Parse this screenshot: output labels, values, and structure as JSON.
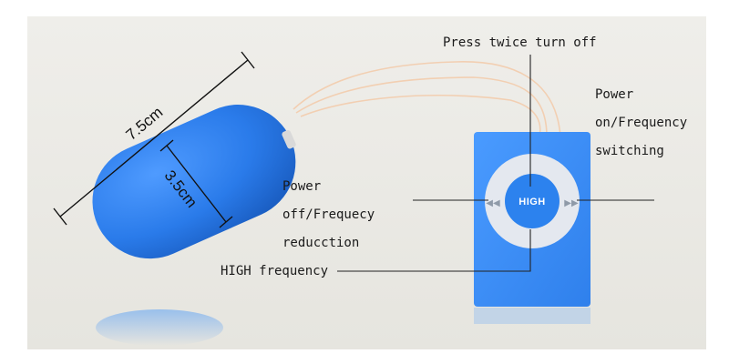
{
  "labels": {
    "press_twice": "Press twice turn off",
    "power_on_line1": "Power",
    "power_on_line2": "on/Frequency",
    "power_on_line3": "switching",
    "power_off_line1": "Power",
    "power_off_line2": "off/Frequecy",
    "power_off_line3": "reducction",
    "high_frequency": "HIGH frequency"
  },
  "dimensions": {
    "length": "7.5cm",
    "width": "3.5cm"
  },
  "controller": {
    "center_label": "HIGH",
    "prev_symbol": "◀◀",
    "next_symbol": "▶▶"
  },
  "colors": {
    "device_blue": "#2a7bea",
    "controller_blue": "#3a8ff2",
    "ring": "#dfe6f0",
    "background": "#ecebe6",
    "wire": "#f3d2b6"
  }
}
